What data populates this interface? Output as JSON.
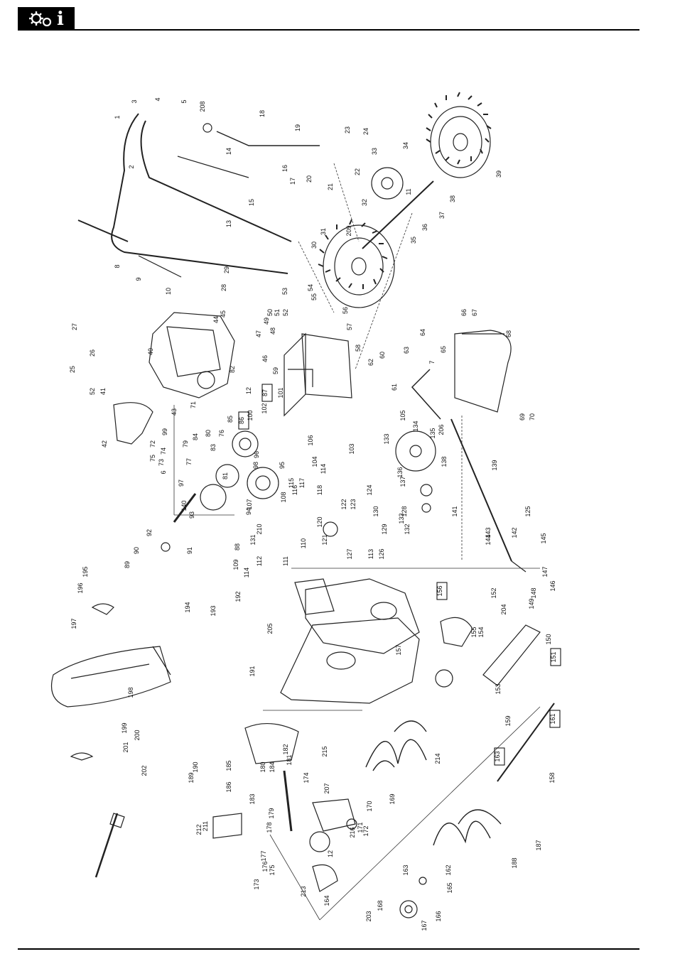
{
  "header": {
    "icon": "gears-info-icon",
    "info_glyph": "i"
  },
  "diagram": {
    "part_labels": [
      "1",
      "2",
      "3",
      "4",
      "5",
      "208",
      "18",
      "19",
      "23",
      "24",
      "33",
      "34",
      "14",
      "16",
      "17",
      "20",
      "21",
      "22",
      "13",
      "15",
      "39",
      "11",
      "32",
      "38",
      "37",
      "36",
      "35",
      "31",
      "30",
      "209",
      "8",
      "9",
      "10",
      "27",
      "40",
      "44",
      "45",
      "28",
      "29",
      "53",
      "54",
      "55",
      "50",
      "51",
      "52",
      "56",
      "57",
      "49",
      "48",
      "47",
      "46",
      "58",
      "59",
      "60",
      "62",
      "63",
      "64",
      "65",
      "7",
      "61",
      "66",
      "67",
      "68",
      "69",
      "70",
      "25",
      "26",
      "52",
      "41",
      "42",
      "43",
      "71",
      "82",
      "12",
      "87",
      "101",
      "102",
      "100",
      "86",
      "85",
      "99",
      "72",
      "73",
      "74",
      "75",
      "6",
      "79",
      "77",
      "80",
      "83",
      "84",
      "76",
      "96",
      "98",
      "97",
      "81",
      "95",
      "106",
      "103",
      "104",
      "114",
      "105",
      "134",
      "135",
      "206",
      "133",
      "136",
      "137",
      "138",
      "139",
      "141",
      "140",
      "93",
      "94",
      "107",
      "108",
      "115",
      "116",
      "117",
      "118",
      "120",
      "121",
      "122",
      "123",
      "124",
      "130",
      "129",
      "128",
      "133",
      "132",
      "131",
      "210",
      "91",
      "92",
      "90",
      "89",
      "88",
      "110",
      "109",
      "114",
      "111",
      "112",
      "113",
      "126",
      "127",
      "125",
      "142",
      "143",
      "144",
      "145",
      "147",
      "146",
      "148",
      "149",
      "156",
      "152",
      "204",
      "155",
      "154",
      "150",
      "151",
      "153",
      "195",
      "196",
      "197",
      "194",
      "193",
      "192",
      "205",
      "191",
      "198",
      "157",
      "199",
      "200",
      "201",
      "202",
      "189",
      "190",
      "186",
      "185",
      "184",
      "180",
      "181",
      "182",
      "183",
      "179",
      "178",
      "177",
      "174",
      "207",
      "170",
      "171",
      "172",
      "169",
      "215",
      "214",
      "158",
      "159",
      "161",
      "163",
      "162",
      "188",
      "187",
      "212",
      "211",
      "176",
      "175",
      "173",
      "213",
      "12",
      "216",
      "164",
      "163",
      "165",
      "166",
      "167",
      "168",
      "203"
    ],
    "boxed_labels": [
      "87",
      "86",
      "156",
      "151",
      "161",
      "163"
    ]
  }
}
